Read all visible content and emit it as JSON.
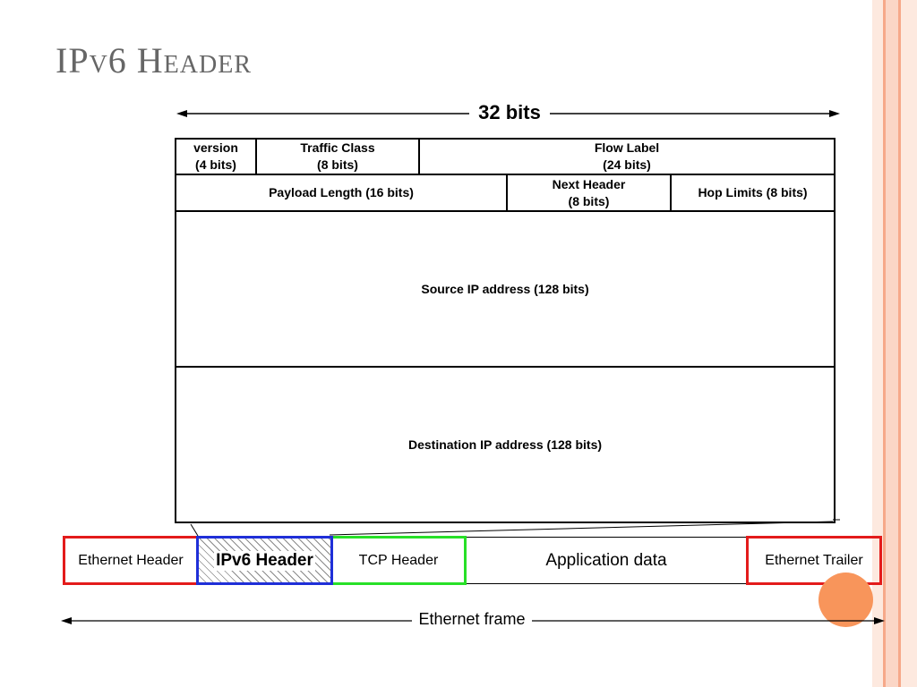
{
  "slide": {
    "title": "IPv6 Header",
    "colors": {
      "title": "#666666",
      "stripe_light": "#fbd6c6",
      "stripe_mid": "#f6a98a",
      "accent_circle": "#f8955b"
    }
  },
  "width_annotation": {
    "label": "32 bits"
  },
  "header_fields": {
    "version": {
      "name": "version",
      "size": "(4 bits)"
    },
    "traffic_class": {
      "name": "Traffic Class",
      "size": "(8 bits)"
    },
    "flow_label": {
      "name": "Flow Label",
      "size": "(24 bits)"
    },
    "payload_length": {
      "label": "Payload Length  (16 bits)"
    },
    "next_header": {
      "name": "Next Header",
      "size": "(8 bits)"
    },
    "hop_limits": {
      "label": "Hop Limits (8 bits)"
    },
    "source_address": {
      "label": "Source IP address (128  bits)"
    },
    "destination_address": {
      "label": "Destination IP address (128  bits)"
    }
  },
  "ethernet_frame": {
    "segments": [
      {
        "label": "Ethernet Header",
        "border_color": "#e31b1b"
      },
      {
        "label": "IPv6  Header",
        "border_color": "#1f2fd8",
        "hatched": true
      },
      {
        "label": "TCP Header",
        "border_color": "#27e027"
      },
      {
        "label": "Application data"
      },
      {
        "label": "Ethernet Trailer",
        "border_color": "#e31b1b"
      }
    ],
    "span_label": "Ethernet frame"
  }
}
